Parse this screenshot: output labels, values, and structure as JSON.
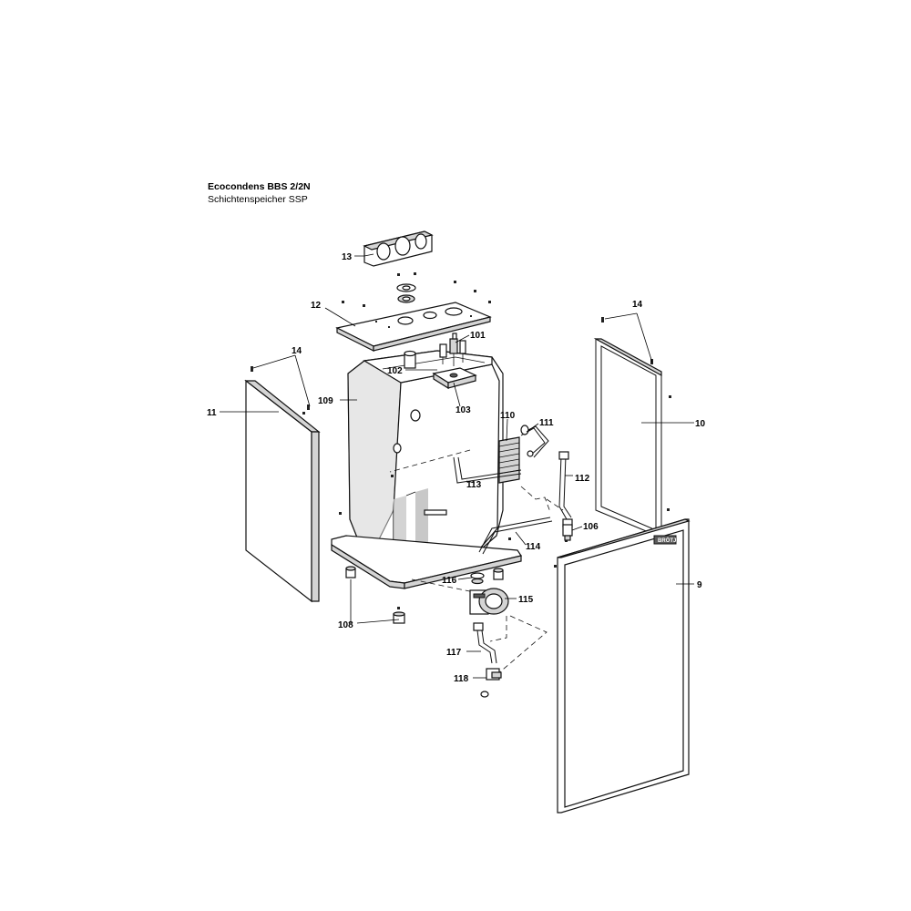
{
  "diagram": {
    "title": "Ecocondens BBS 2/2N",
    "subtitle": "Schichtenspeicher SSP",
    "labels": {
      "p13": "13",
      "p12": "12",
      "p14a": "14",
      "p14b": "14",
      "p11": "11",
      "p10": "10",
      "p101": "101",
      "p102": "102",
      "p103": "103",
      "p109": "109",
      "p110": "110",
      "p111": "111",
      "p112": "112",
      "p113": "113",
      "p106": "106",
      "p114": "114",
      "p116": "116",
      "p115": "115",
      "p9": "9",
      "p108": "108",
      "p117": "117",
      "p118": "118"
    },
    "logo_text": "BRÖTJE"
  }
}
